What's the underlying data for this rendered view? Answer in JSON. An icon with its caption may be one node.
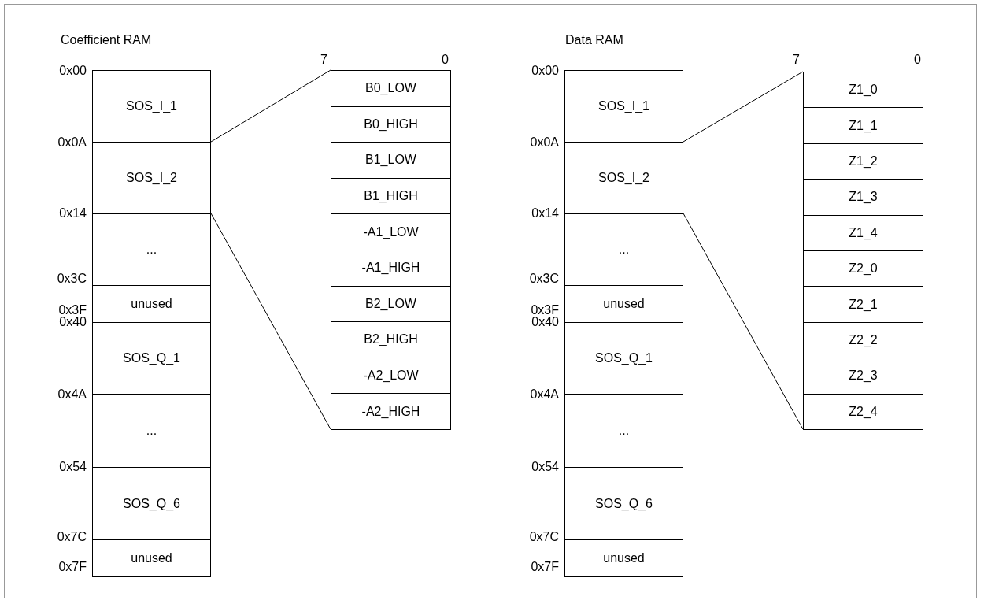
{
  "diagram": {
    "nodes": [
      {
        "text": [
          "SOS_I_1"
        ]
      },
      {
        "text": [
          "SOS_I_2"
        ]
      },
      {
        "text": [
          "..."
        ]
      },
      {
        "text": [
          "unused"
        ]
      },
      {
        "text": [
          "SOS_Q_1"
        ]
      },
      {
        "text": [
          "..."
        ]
      },
      {
        "text": [
          "SOS_Q_6"
        ]
      },
      {
        "text": [
          "unused"
        ]
      },
      {
        "text": [],
        "shape": "box"
      },
      {
        "text": [
          "B0_LOW"
        ],
        "in": 8
      },
      {
        "text": [
          "B0_HIGH"
        ],
        "in": 8
      },
      {
        "text": [
          "B1_LOW"
        ],
        "in": 8
      },
      {
        "text": [
          "B1_HIGH"
        ],
        "in": 8
      },
      {
        "text": [
          "-A1_LOW"
        ],
        "in": 8
      },
      {
        "text": [
          "-A1_HIGH"
        ],
        "in": 8
      },
      {
        "text": [
          "B2_LOW"
        ],
        "in": 8
      },
      {
        "text": [
          "B2_HIGH"
        ],
        "in": 8
      },
      {
        "text": [
          "-A2_LOW"
        ],
        "in": 8
      },
      {
        "text": [
          "-A2_HIGH"
        ],
        "in": 8
      },
      {
        "text": [
          "SOS_I_1"
        ]
      },
      {
        "text": [
          "SOS_I_2"
        ]
      },
      {
        "text": [
          "..."
        ]
      },
      {
        "text": [
          "unused"
        ]
      },
      {
        "text": [
          "SOS_Q_1"
        ]
      },
      {
        "text": [
          "..."
        ]
      },
      {
        "text": [
          "SOS_Q_6"
        ]
      },
      {
        "text": [
          "unused"
        ]
      },
      {
        "text": [],
        "shape": "box"
      },
      {
        "text": [
          "Z1_0"
        ],
        "in": 27
      },
      {
        "text": [
          "Z1_1"
        ],
        "in": 27
      },
      {
        "text": [
          "Z1_2"
        ],
        "in": 27
      },
      {
        "text": [
          "Z1_3"
        ],
        "in": 27
      },
      {
        "text": [
          "Z1_4"
        ],
        "in": 27
      },
      {
        "text": [
          "Z2_0"
        ],
        "in": 27
      },
      {
        "text": [
          "Z2_1"
        ],
        "in": 27
      },
      {
        "text": [
          "Z2_2"
        ],
        "in": 27
      },
      {
        "text": [
          "Z2_3"
        ],
        "in": 27
      },
      {
        "text": [
          "Z2_4"
        ],
        "in": 27
      }
    ],
    "edges": [
      {
        "from": 1,
        "to": 8,
        "arrow": "none"
      },
      {
        "from": 1,
        "to": 8,
        "arrow": "none"
      },
      {
        "from": 20,
        "to": 27,
        "arrow": "none"
      },
      {
        "from": 20,
        "to": 27,
        "arrow": "none"
      }
    ],
    "labels": [
      "Coefficient RAM",
      "7",
      "0",
      "0x00",
      "0x0A",
      "0x14",
      "0x3C",
      "0x3F",
      "0x40",
      "0x4A",
      "0x54",
      "0x7C",
      "0x7F",
      "Data RAM",
      "7",
      "0",
      "0x00",
      "0x0A",
      "0x14",
      "0x3C",
      "0x3F",
      "0x40",
      "0x4A",
      "0x54",
      "0x7C",
      "0x7F"
    ]
  }
}
